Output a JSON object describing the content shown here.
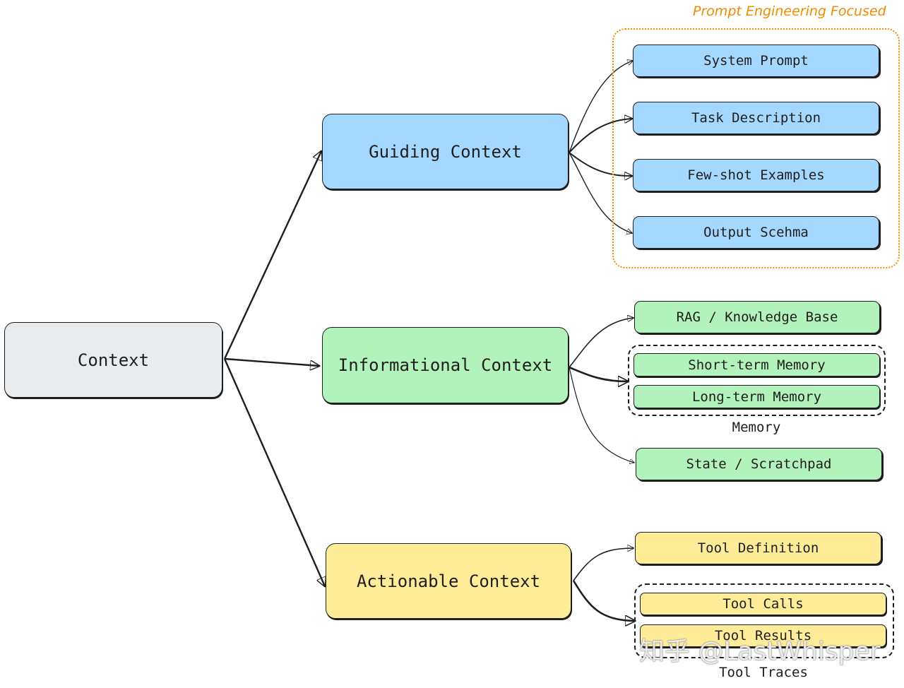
{
  "root": {
    "label": "Context"
  },
  "categories": {
    "guiding": {
      "label": "Guiding Context"
    },
    "informational": {
      "label": "Informational Context"
    },
    "actionable": {
      "label": "Actionable Context"
    }
  },
  "guiding_items": [
    "System Prompt",
    "Task Description",
    "Few-shot Examples",
    "Output Scehma"
  ],
  "prompt_group": {
    "title": "Prompt Engineering Focused"
  },
  "informational_items": {
    "rag": "RAG / Knowledge Base",
    "short_term": "Short-term Memory",
    "long_term": "Long-term Memory",
    "memory_group_label": "Memory",
    "state": "State / Scratchpad"
  },
  "actionable_items": {
    "tool_definition": "Tool Definition",
    "tool_calls": "Tool Calls",
    "tool_results": "Tool Results",
    "tool_traces_label": "Tool Traces"
  },
  "watermark": "知乎 @LastWhisper",
  "colors": {
    "grey": "#e9ecef",
    "blue": "#a5d8ff",
    "green": "#b2f2bb",
    "yellow": "#ffec99",
    "orange": "#f08c00",
    "stroke": "#1e1e1e"
  }
}
